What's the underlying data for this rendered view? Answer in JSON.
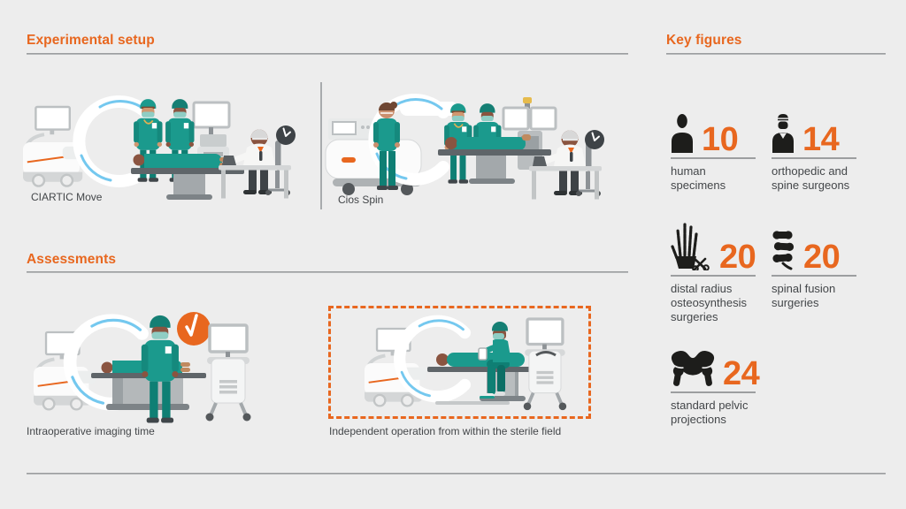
{
  "page": {
    "background": "#EDEDED",
    "accent_orange": "#E8671F",
    "text_dark": "#434649",
    "rule_gray": "#98999B",
    "icon_black": "#1D1D1B",
    "illustration_teal": "#1B9A8D"
  },
  "sections": {
    "experimental_setup": {
      "title": "Experimental setup"
    },
    "assessments": {
      "title": "Assessments"
    },
    "key_figures": {
      "title": "Key figures"
    }
  },
  "scenes": [
    {
      "id": "ciartic-move",
      "caption": "CIARTIC Move"
    },
    {
      "id": "cios-spin",
      "caption": "Cios Spin"
    },
    {
      "id": "intraoperative-imaging-time",
      "caption": "Intraoperative imaging time"
    },
    {
      "id": "independent-operation",
      "caption": "Independent operation from within the sterile field",
      "highlighted": true
    }
  ],
  "key_figures": [
    {
      "icon": "human-specimen-icon",
      "value": "10",
      "label": "human\nspecimens"
    },
    {
      "icon": "surgeon-icon",
      "value": "14",
      "label": "orthopedic and\nspine surgeons"
    },
    {
      "icon": "skeletal-hand-scissors-icon",
      "value": "20",
      "label": "distal radius\nosteosynthesis\nsurgeries"
    },
    {
      "icon": "spine-vertebrae-icon",
      "value": "20",
      "label": "spinal fusion\nsurgeries"
    },
    {
      "icon": "pelvis-bone-icon",
      "value": "24",
      "label": "standard pelvic\nprojections"
    }
  ]
}
